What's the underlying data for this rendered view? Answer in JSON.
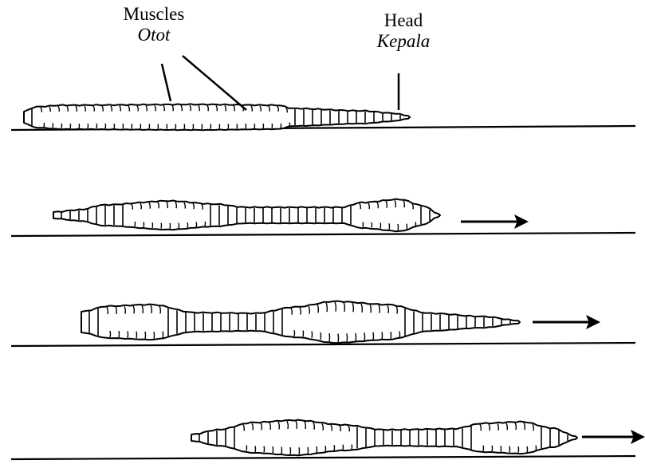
{
  "labels": {
    "muscles": {
      "en": "Muscles",
      "ms": "Otot"
    },
    "head": {
      "en": "Head",
      "ms": "Kepala"
    }
  },
  "colors": {
    "ink": "#000000",
    "paper": "#ffffff"
  },
  "panels": [
    {
      "stage": 1,
      "movement_arrow": false
    },
    {
      "stage": 2,
      "movement_arrow": true
    },
    {
      "stage": 3,
      "movement_arrow": true
    },
    {
      "stage": 4,
      "movement_arrow": true
    }
  ]
}
